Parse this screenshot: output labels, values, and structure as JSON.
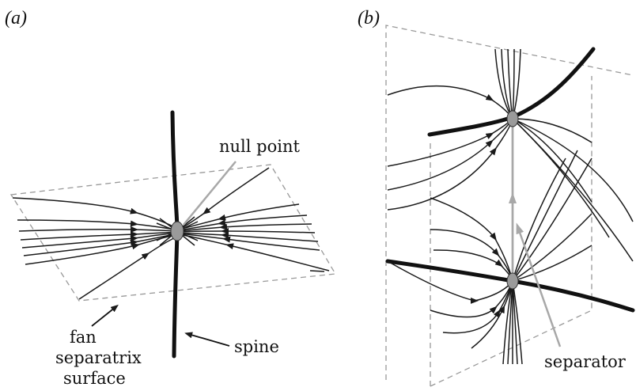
{
  "panels": [
    {
      "label": "(a)",
      "annotations": {
        "null_point": "null point",
        "spine": "spine",
        "fan_lines": [
          "fan",
          "separatrix",
          "surface"
        ]
      }
    },
    {
      "label": "(b)",
      "annotations": {
        "separator": "separator"
      }
    }
  ],
  "colors": {
    "lines": "#1a1a1a",
    "plane_dashed": "#999999",
    "null_point_fill": "#9a9a9a",
    "grey_arrow": "#a8a8a8"
  }
}
